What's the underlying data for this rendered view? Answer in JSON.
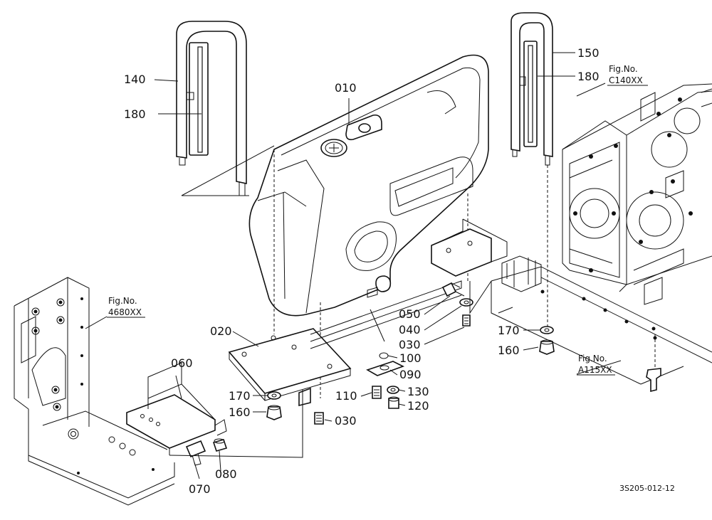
{
  "callouts": {
    "p010": "010",
    "p020": "020",
    "p030a": "030",
    "p030b": "030",
    "p040": "040",
    "p050": "050",
    "p060": "060",
    "p070": "070",
    "p080": "080",
    "p090": "090",
    "p100": "100",
    "p110": "110",
    "p120": "120",
    "p130": "130",
    "p140": "140",
    "p150": "150",
    "p160a": "160",
    "p160b": "160",
    "p170a": "170",
    "p170b": "170",
    "p180a": "180",
    "p180b": "180"
  },
  "figure_refs": {
    "c140_prefix": "Fig.No.",
    "c140_code": "C140XX",
    "r4680_prefix": "Fig.No.",
    "r4680_code": "4680XX",
    "a115_prefix": "Fig.No.",
    "a115_code": "A115XX"
  },
  "drawing_code": "3S205-012-12"
}
